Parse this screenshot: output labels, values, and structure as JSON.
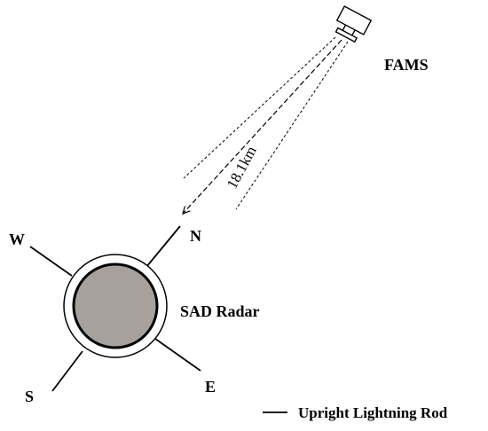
{
  "labels": {
    "fams": "FAMS",
    "distance": "18.1km",
    "radar": "SAD Radar",
    "north": "N",
    "west": "W",
    "south": "S",
    "east": "E",
    "legend": "Upright Lightning Rod"
  },
  "colors": {
    "radar_fill": "#a6a19c",
    "stroke": "#000000"
  },
  "icons": {
    "camera": "fams-camera-icon",
    "radar": "radar-circle-icon"
  }
}
